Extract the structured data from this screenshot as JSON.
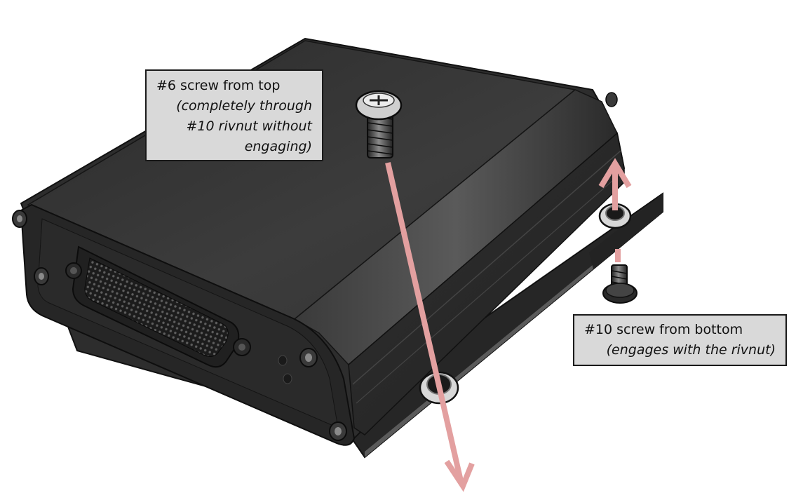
{
  "callouts": {
    "top": {
      "title": "#6 screw from top",
      "detail_lines": [
        "(completely through",
        "#10 rivnut without",
        "engaging)"
      ]
    },
    "bottom": {
      "title": "#10 screw from bottom",
      "detail_lines": [
        "(engages with the rivnut)"
      ]
    }
  },
  "colors": {
    "enclosure": "#3a3a3a",
    "enclosure_dark": "#1e1e1e",
    "plate": "#2a2a2a",
    "arrow": "#e3a0a0",
    "callout_bg": "#d9d9d9"
  },
  "icons": {
    "top_screw": "machine-screw-icon",
    "bottom_screw": "machine-screw-icon",
    "rivnut": "rivnut-icon",
    "connector": "d-sub-connector-icon"
  }
}
